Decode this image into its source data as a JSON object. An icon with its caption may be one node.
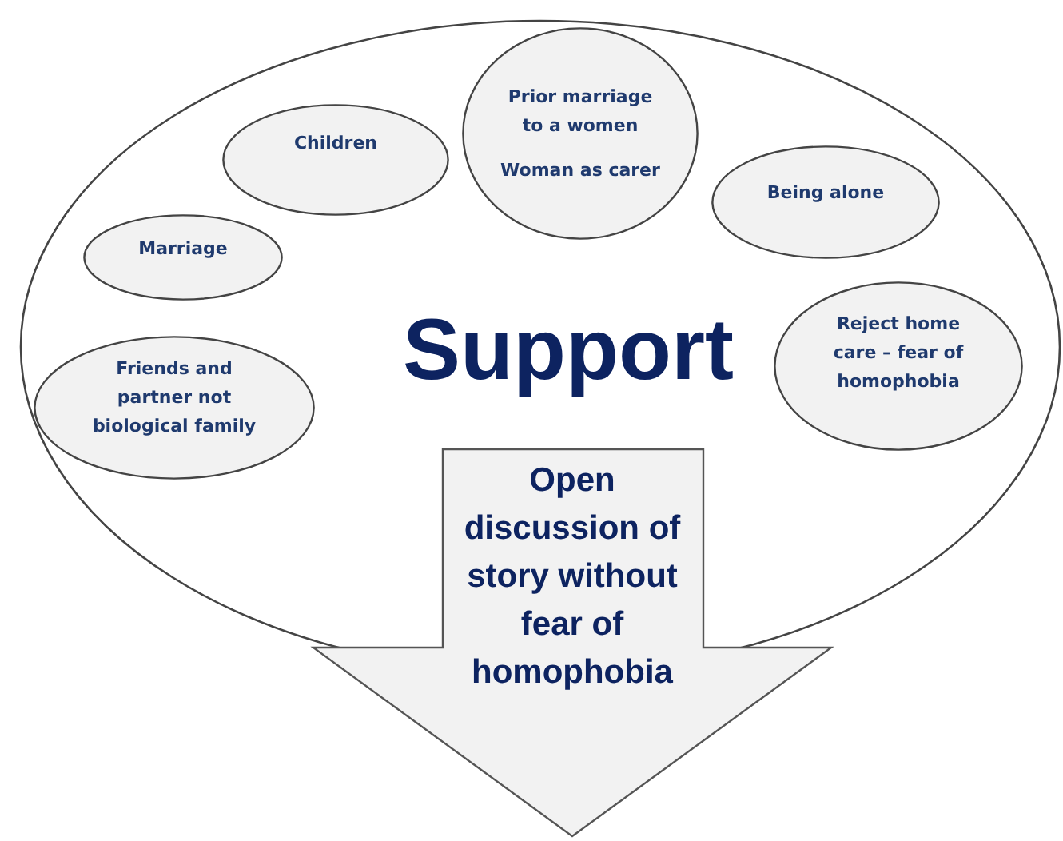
{
  "diagram": {
    "nodes": [
      {
        "text": [
          "Support"
        ]
      },
      {
        "text": [
          "Prior marriage to a women",
          "Woman as carer"
        ],
        "in": 0
      },
      {
        "text": [
          "Children"
        ],
        "in": 0
      },
      {
        "text": [
          "Being alone"
        ],
        "in": 0
      },
      {
        "text": [
          "Marriage"
        ],
        "in": 0
      },
      {
        "text": [
          "Reject home care – fear of homophobia"
        ],
        "in": 0
      },
      {
        "text": [
          "Friends and partner not biological family"
        ],
        "in": 0
      },
      {
        "text": [
          "Open discussion of story without fear of homophobia"
        ]
      }
    ]
  }
}
